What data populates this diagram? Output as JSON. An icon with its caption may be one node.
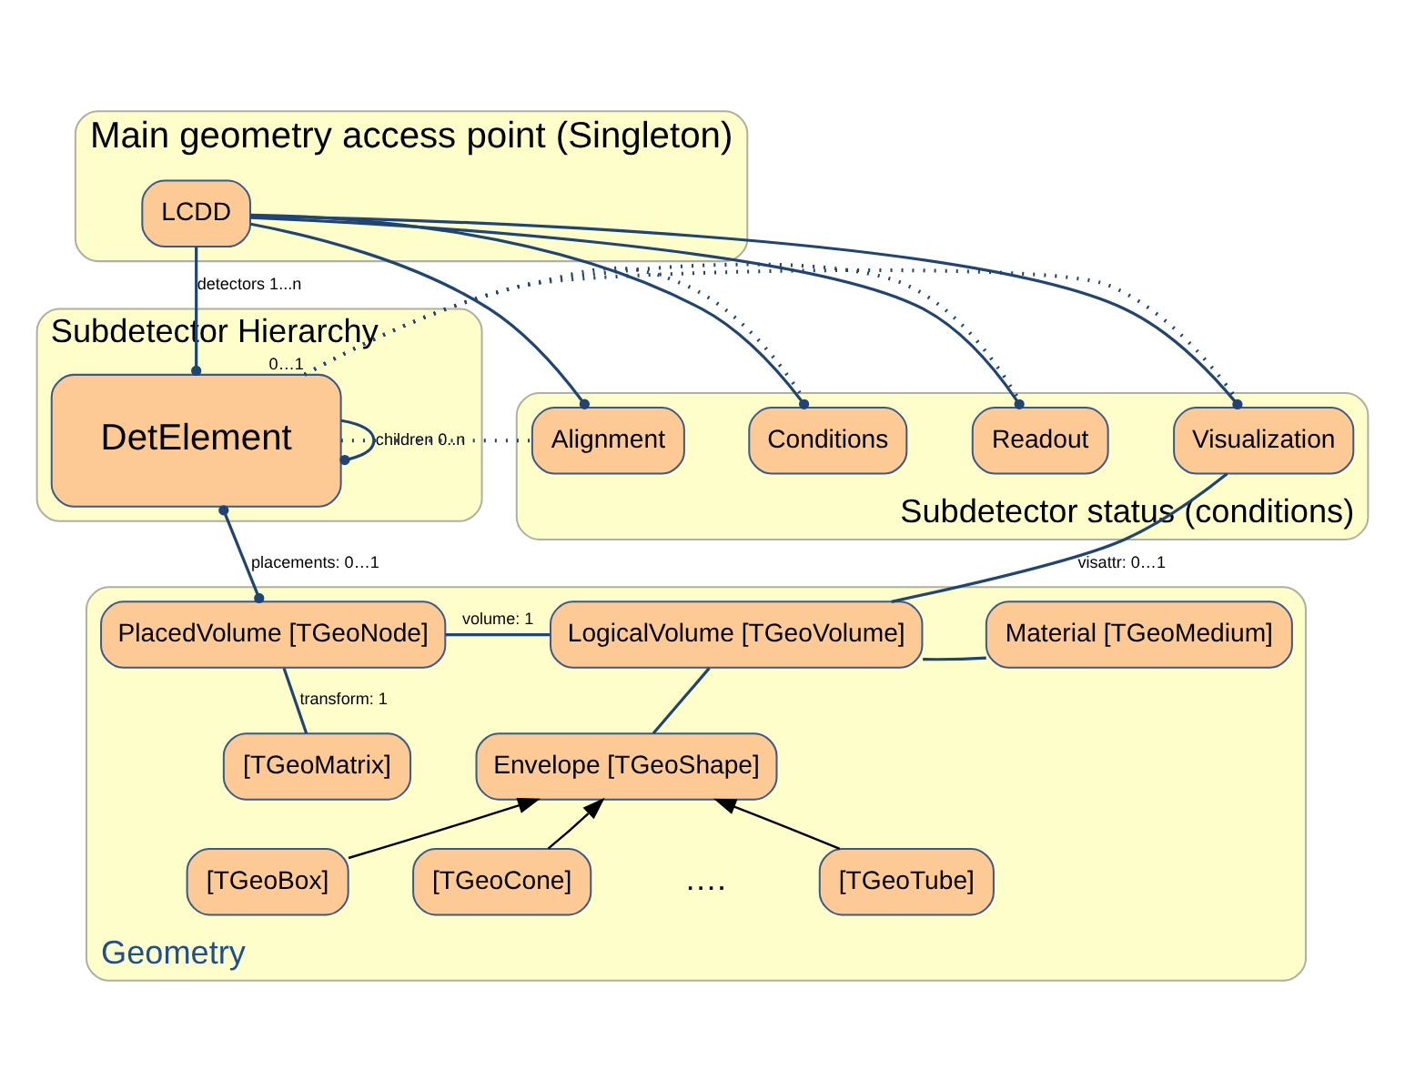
{
  "diagram": {
    "nodes": [
      {
        "text": [
          "Main geometry access point (Singleton)"
        ]
      },
      {
        "text": [
          "LCDD"
        ],
        "in": 0
      },
      {
        "text": [
          "Subdetector Hierarchy"
        ]
      },
      {
        "text": [
          "DetElement"
        ],
        "in": 2
      },
      {
        "text": [
          "Subdetector status (conditions)"
        ]
      },
      {
        "text": [
          "Alignment"
        ],
        "in": 4
      },
      {
        "text": [
          "Conditions"
        ],
        "in": 4
      },
      {
        "text": [
          "Readout"
        ],
        "in": 4
      },
      {
        "text": [
          "Visualization"
        ],
        "in": 4
      },
      {
        "text": [
          "Geometry"
        ]
      },
      {
        "text": [
          "PlacedVolume [TGeoNode]"
        ],
        "in": 9
      },
      {
        "text": [
          "LogicalVolume [TGeoVolume]"
        ],
        "in": 9
      },
      {
        "text": [
          "Material [TGeoMedium]"
        ],
        "in": 9
      },
      {
        "text": [
          "[TGeoMatrix]"
        ],
        "in": 9
      },
      {
        "text": [
          "Envelope [TGeoShape]"
        ],
        "in": 9
      },
      {
        "text": [
          "[TGeoBox]"
        ],
        "in": 9
      },
      {
        "text": [
          "[TGeoCone]"
        ],
        "in": 9
      },
      {
        "text": [
          "[TGeoTube]"
        ],
        "in": 9
      }
    ],
    "edges": [
      {
        "from": 1,
        "to": 3,
        "arrow": "other",
        "label": "detectors 1...n"
      },
      {
        "from": 1,
        "to": 5,
        "arrow": "other"
      },
      {
        "from": 1,
        "to": 6,
        "arrow": "other"
      },
      {
        "from": 1,
        "to": 7,
        "arrow": "other"
      },
      {
        "from": 1,
        "to": 8,
        "arrow": "other"
      },
      {
        "from": 3,
        "to": 3,
        "arrow": "other",
        "label": "children 0..n"
      },
      {
        "from": 3,
        "to": 5,
        "arrow": "none",
        "style": "dashed"
      },
      {
        "from": 3,
        "to": 6,
        "arrow": "none",
        "style": "dashed"
      },
      {
        "from": 3,
        "to": 7,
        "arrow": "none",
        "style": "dashed"
      },
      {
        "from": 3,
        "to": 8,
        "arrow": "none",
        "style": "dashed",
        "label": "0…1"
      },
      {
        "from": 3,
        "to": 10,
        "arrow": "other",
        "label": "placements: 0…1"
      },
      {
        "from": 10,
        "to": 11,
        "arrow": "none",
        "label": "volume: 1"
      },
      {
        "from": 8,
        "to": 11,
        "arrow": "none",
        "label": "visattr: 0…1"
      },
      {
        "from": 11,
        "to": 12,
        "arrow": "none"
      },
      {
        "from": 10,
        "to": 13,
        "arrow": "none",
        "label": "transform: 1"
      },
      {
        "from": 11,
        "to": 14,
        "arrow": "none"
      },
      {
        "from": 15,
        "to": 14,
        "arrow": "to",
        "color": "#000000"
      },
      {
        "from": 16,
        "to": 14,
        "arrow": "to",
        "color": "#000000"
      },
      {
        "from": 17,
        "to": 14,
        "arrow": "to",
        "color": "#000000"
      }
    ],
    "labels": [
      "…."
    ]
  }
}
